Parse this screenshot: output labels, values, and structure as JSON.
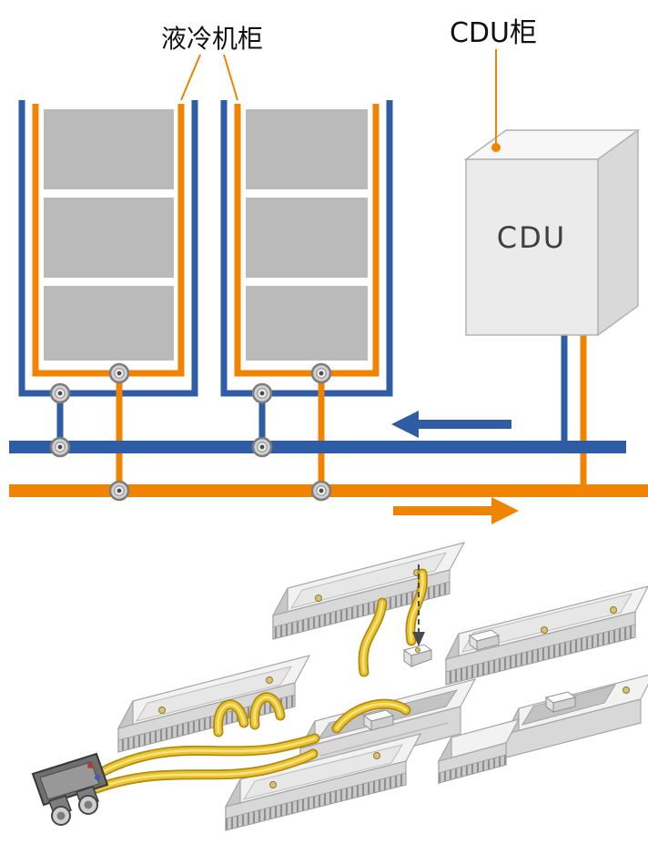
{
  "page": {
    "background": "#ffffff"
  },
  "labels": {
    "cooling_cabinet": "液冷机柜",
    "cdu_cabinet": "CDU柜",
    "cdu_box": "CDU"
  },
  "colors": {
    "pipe_blue": "#2e5da6",
    "pipe_orange": "#f08300",
    "panel_gray": "#bababa",
    "cdu_gray": "#ebebeb",
    "hose_yellow": "#e9c630"
  },
  "flow_arrows": {
    "blue_arrow_direction": "left",
    "orange_arrow_direction": "right"
  }
}
